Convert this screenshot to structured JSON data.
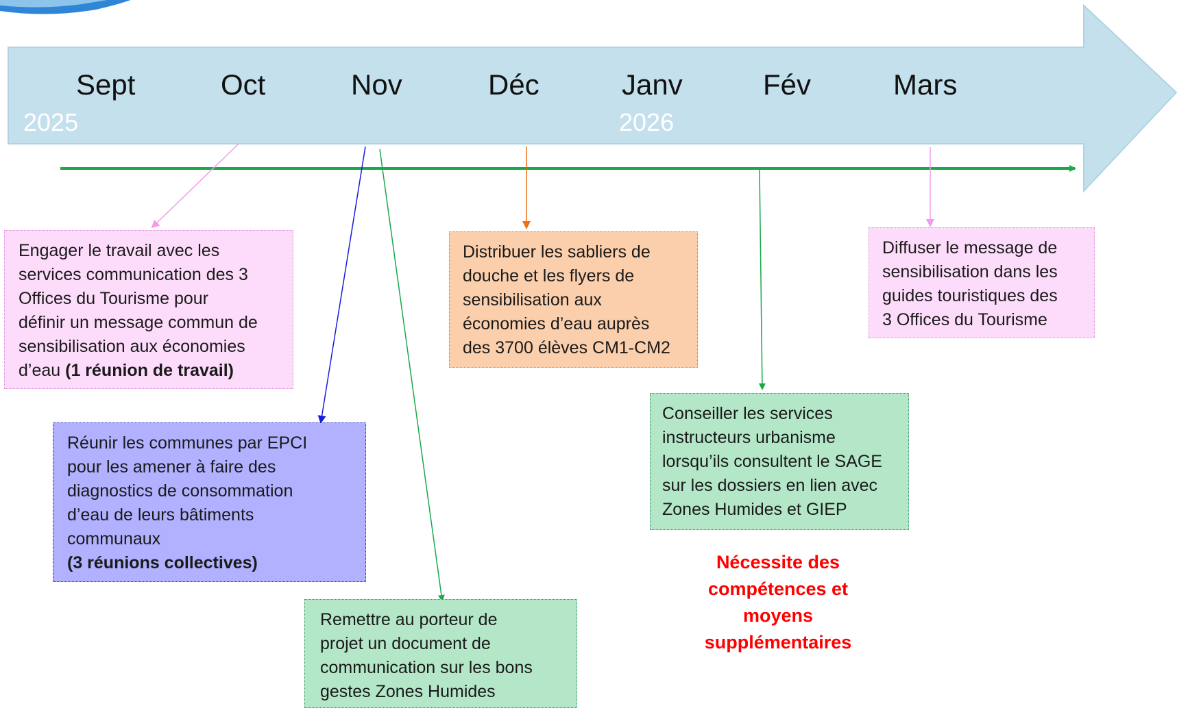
{
  "timeline": {
    "months": [
      "Sept",
      "Oct",
      "Nov",
      "Déc",
      "Janv",
      "Fév",
      "Mars"
    ],
    "years": [
      "2025",
      "2026"
    ],
    "arrow_color": "#c4e0ec",
    "progress_line_color": "#19a84a"
  },
  "tasks": [
    {
      "id": "tourism-message",
      "month": "Oct",
      "color": "pink",
      "lines": [
        "Engager le travail avec les",
        "services communication des 3",
        "Offices du Tourisme pour",
        "définir un message commun de",
        "sensibilisation aux économies"
      ],
      "last_line_prefix": "d’eau ",
      "last_line_bold": "(1 réunion de travail)"
    },
    {
      "id": "communes-epci",
      "month": "Nov",
      "color": "blue",
      "lines": [
        "Réunir les communes par EPCI",
        "pour les amener à faire des",
        "diagnostics de consommation",
        "d’eau de leurs bâtiments",
        "communaux"
      ],
      "bold_line": "(3 réunions collectives)"
    },
    {
      "id": "wetlands-document",
      "month": "Nov",
      "color": "green",
      "lines": [
        "Remettre au porteur de",
        "projet un document de",
        "communication sur les bons",
        "gestes Zones Humides"
      ]
    },
    {
      "id": "shower-timers",
      "month": "Déc",
      "color": "orange",
      "lines": [
        "Distribuer les sabliers de",
        "douche et les flyers de",
        "sensibilisation aux",
        "économies d’eau auprès",
        "des 3700 élèves CM1-CM2"
      ]
    },
    {
      "id": "urban-planning",
      "month": "Fév",
      "color": "green",
      "lines": [
        "Conseiller les services",
        "instructeurs urbanisme",
        "lorsqu’ils consultent le SAGE",
        "sur les dossiers en lien avec",
        "Zones Humides et GIEP"
      ]
    },
    {
      "id": "tourist-guides",
      "month": "Mars",
      "color": "pink",
      "lines": [
        "Diffuser le message de",
        "sensibilisation dans les",
        "guides touristiques des",
        "3 Offices du Tourisme"
      ]
    }
  ],
  "note": {
    "lines": [
      "Nécessite des",
      "compétences et",
      "moyens",
      "supplémentaires"
    ],
    "color": "#ff0000"
  }
}
